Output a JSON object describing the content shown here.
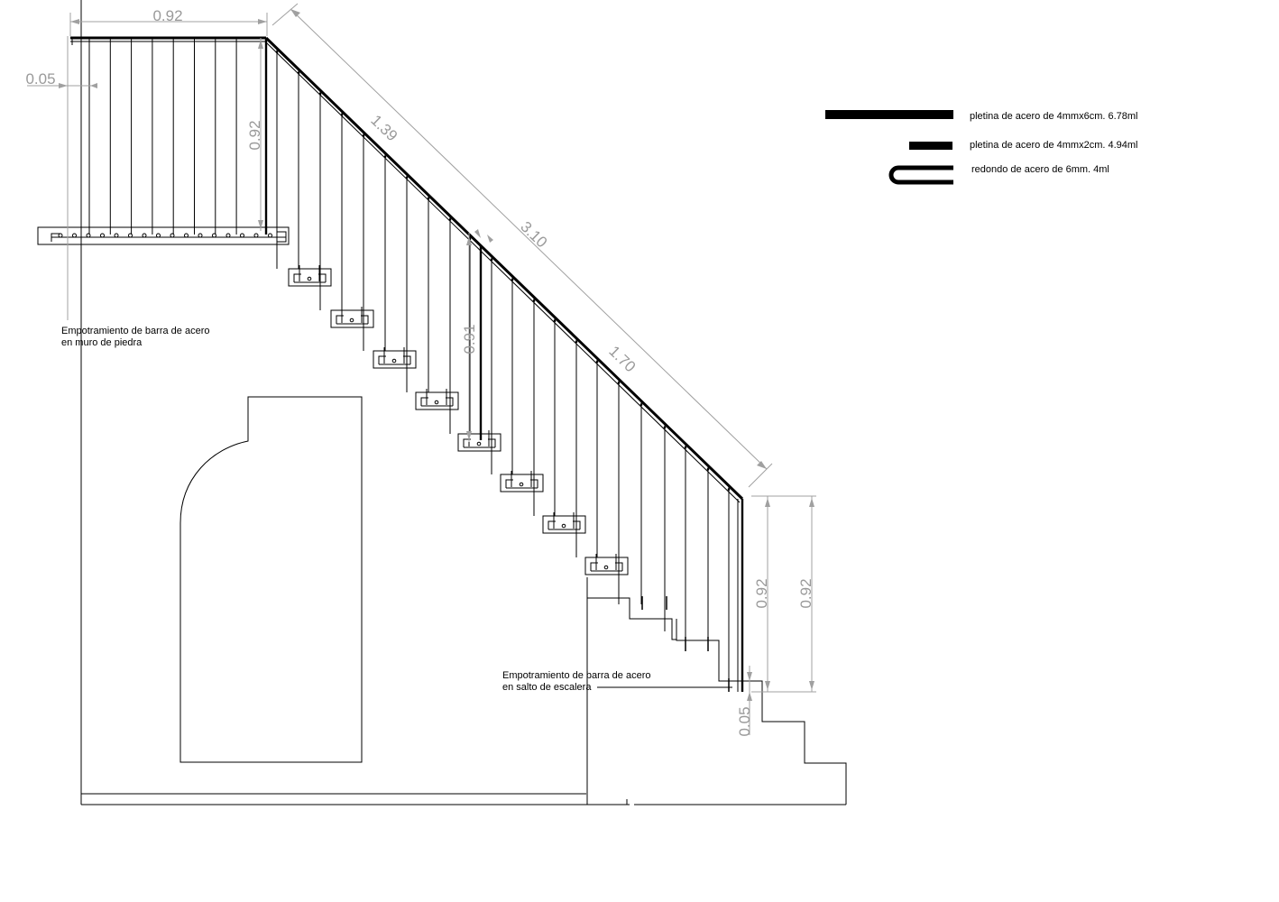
{
  "dimensions": {
    "landing_length": "0.92",
    "wall_offset": "0.05",
    "landing_height": "0.92",
    "diag_upper": "1.39",
    "diag_total": "3.10",
    "diag_lower": "1.70",
    "mid_post_height": "0.91",
    "end_height_inner": "0.92",
    "end_height_outer": "0.92",
    "end_offset": "0.05"
  },
  "annotations": {
    "wall_anchor_line1": "Empotramiento de barra de acero",
    "wall_anchor_line2": "en muro de piedra",
    "step_anchor_line1": "Empotramiento de barra de acero",
    "step_anchor_line2": "en salto de escalera"
  },
  "legend": [
    {
      "icon": "thick-flat-bar-icon",
      "label": "pletina de acero de 4mmx6cm. 6.78ml"
    },
    {
      "icon": "thin-flat-bar-icon",
      "label": "pletina de acero de 4mmx2cm. 4.94ml"
    },
    {
      "icon": "round-bar-icon",
      "label": "redondo de acero de 6mm. 4ml"
    }
  ]
}
